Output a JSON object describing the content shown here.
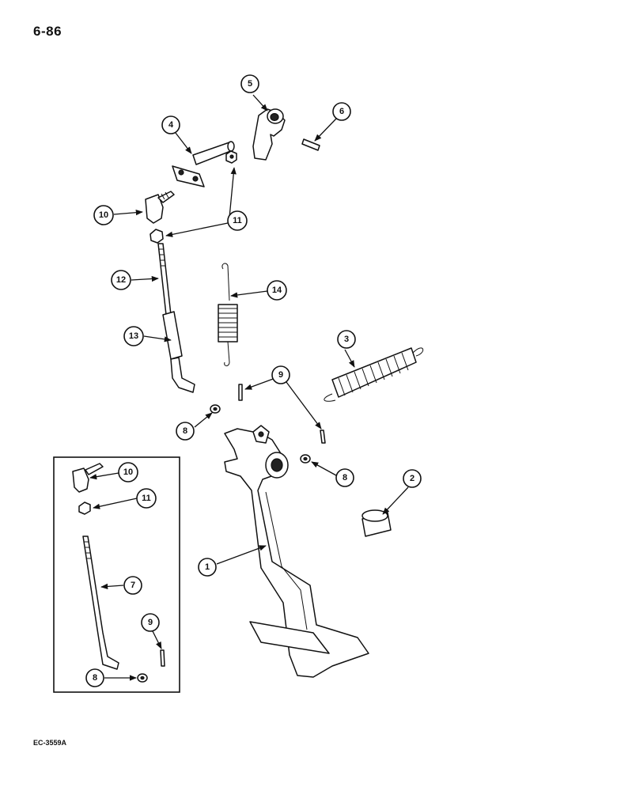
{
  "page": {
    "number": "6-86",
    "figure_code": "EC-3559A"
  },
  "callouts": {
    "c1": "1",
    "c2": "2",
    "c3": "3",
    "c4": "4",
    "c5": "5",
    "c6": "6",
    "c7": "7",
    "c8a": "8",
    "c8b": "8",
    "c8c": "8",
    "c9a": "9",
    "c9b": "9",
    "c10a": "10",
    "c10b": "10",
    "c11a": "11",
    "c11b": "11",
    "c12": "12",
    "c13": "13",
    "c14": "14"
  }
}
